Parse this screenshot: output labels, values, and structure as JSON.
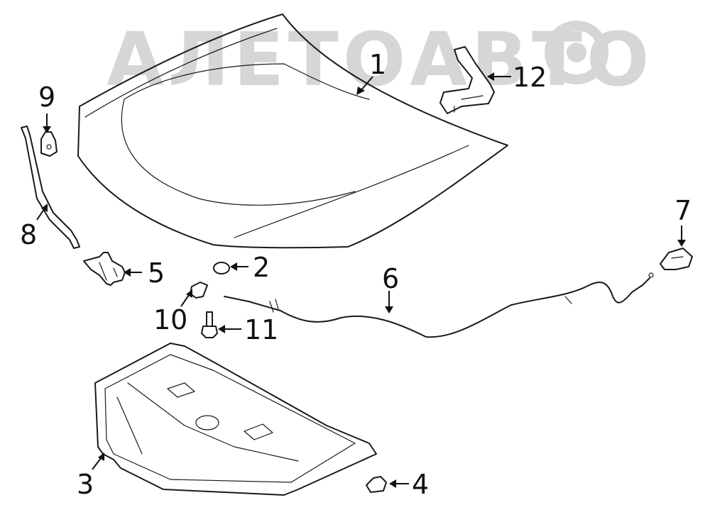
{
  "watermark": {
    "brand": "АЛЕТОАВТО",
    "color": "#d6d6d6"
  },
  "callouts": [
    "1",
    "2",
    "3",
    "4",
    "5",
    "6",
    "7",
    "8",
    "9",
    "10",
    "11",
    "12"
  ],
  "colors": {
    "line": "#1a1a1a",
    "background": "#ffffff"
  }
}
